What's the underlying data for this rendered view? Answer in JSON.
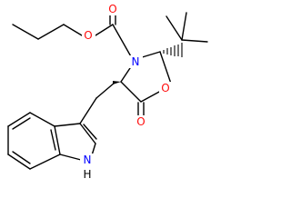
{
  "molecule": {
    "colors": {
      "bond": "#000000",
      "O": "#ff0d0d",
      "N": "#0000ff"
    },
    "atoms": {
      "O_ester": "O",
      "O_carbonyl_carbamate": "O",
      "N_ring": "N",
      "O_ring": "O",
      "O_lactone": "O",
      "N_indole": "N",
      "H_indole": "H"
    }
  }
}
